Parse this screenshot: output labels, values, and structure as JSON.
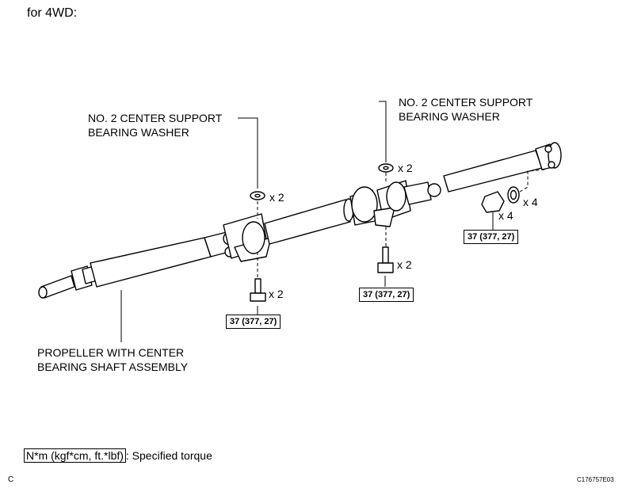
{
  "title": "for 4WD:",
  "labels": {
    "washer_left_line1": "NO. 2 CENTER SUPPORT",
    "washer_left_line2": "BEARING WASHER",
    "washer_right_line1": "NO. 2 CENTER SUPPORT",
    "washer_right_line2": "BEARING WASHER",
    "propeller_line1": "PROPELLER WITH CENTER",
    "propeller_line2": "BEARING SHAFT ASSEMBLY"
  },
  "quantities": {
    "washer_left": "x 2",
    "washer_right": "x 2",
    "bolt_left": "x 2",
    "bolt_middle": "x 2",
    "nut_right": "x 4",
    "washer_ring_right": "x 4"
  },
  "torques": {
    "left": "37 (377, 27)",
    "middle": "37 (377, 27)",
    "right": "37 (377, 27)"
  },
  "legend": {
    "boxed": "N*m (kgf*cm, ft.*lbf)",
    "text": ": Specified torque"
  },
  "footer": {
    "corner": "C",
    "code": "C176757E03"
  }
}
